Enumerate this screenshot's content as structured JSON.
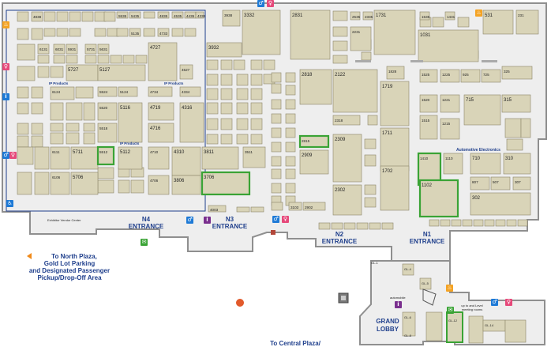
{
  "booths": [
    {
      "id": "4838"
    },
    {
      "id": "4835"
    },
    {
      "id": "4535"
    },
    {
      "id": "4435"
    },
    {
      "id": "4335"
    },
    {
      "id": "5535"
    },
    {
      "id": "5435"
    },
    {
      "id": "4733"
    },
    {
      "id": "5135"
    },
    {
      "id": "3938"
    },
    {
      "id": "3332"
    },
    {
      "id": "2831"
    },
    {
      "id": "2535"
    },
    {
      "id": "2335"
    },
    {
      "id": "2435"
    },
    {
      "id": "2231"
    },
    {
      "id": "1731"
    },
    {
      "id": "1535"
    },
    {
      "id": "1431"
    },
    {
      "id": "1031"
    },
    {
      "id": "531"
    },
    {
      "id": "231"
    },
    {
      "id": "5727"
    },
    {
      "id": "5127"
    },
    {
      "id": "4727"
    },
    {
      "id": "4527"
    },
    {
      "id": "5731"
    },
    {
      "id": "5631"
    },
    {
      "id": "6031"
    },
    {
      "id": "6131"
    },
    {
      "id": "5931"
    },
    {
      "id": "3932"
    },
    {
      "id": "2818"
    },
    {
      "id": "2122"
    },
    {
      "id": "1828"
    },
    {
      "id": "1525"
    },
    {
      "id": "1225"
    },
    {
      "id": "925"
    },
    {
      "id": "725"
    },
    {
      "id": "325"
    },
    {
      "id": "6124"
    },
    {
      "id": "5524"
    },
    {
      "id": "5124"
    },
    {
      "id": "4734"
    },
    {
      "id": "4334"
    },
    {
      "id": "1719"
    },
    {
      "id": "5520"
    },
    {
      "id": "5116"
    },
    {
      "id": "4719"
    },
    {
      "id": "4316"
    },
    {
      "id": "1520"
    },
    {
      "id": "1221"
    },
    {
      "id": "715"
    },
    {
      "id": "315"
    },
    {
      "id": "2318"
    },
    {
      "id": "5518"
    },
    {
      "id": "4716"
    },
    {
      "id": "1515"
    },
    {
      "id": "1215"
    },
    {
      "id": "2815"
    },
    {
      "id": "2309"
    },
    {
      "id": "1711"
    },
    {
      "id": "6111"
    },
    {
      "id": "5711"
    },
    {
      "id": "5512"
    },
    {
      "id": "5112"
    },
    {
      "id": "4710"
    },
    {
      "id": "4310"
    },
    {
      "id": "3811"
    },
    {
      "id": "3511"
    },
    {
      "id": "1410"
    },
    {
      "id": "1110"
    },
    {
      "id": "710"
    },
    {
      "id": "310"
    },
    {
      "id": "2909"
    },
    {
      "id": "1702"
    },
    {
      "id": "6106"
    },
    {
      "id": "5706"
    },
    {
      "id": "4706"
    },
    {
      "id": "3806"
    },
    {
      "id": "3706"
    },
    {
      "id": "1102"
    },
    {
      "id": "807"
    },
    {
      "id": "507"
    },
    {
      "id": "307"
    },
    {
      "id": "2302"
    },
    {
      "id": "302"
    },
    {
      "id": "2902"
    },
    {
      "id": "4003"
    },
    {
      "id": "3103"
    }
  ],
  "pavilion_labels": [
    "IP Products",
    "IP Products",
    "IP Products",
    "Automotive Electronics"
  ],
  "entrances": [
    {
      "name": "N4",
      "label": "ENTRANCE"
    },
    {
      "name": "N3",
      "label": "ENTRANCE"
    },
    {
      "name": "N2",
      "label": "ENTRANCE"
    },
    {
      "name": "N1",
      "label": "ENTRANCE"
    }
  ],
  "directions": {
    "north_plaza": [
      "To North Plaza,",
      "Gold Lot Parking",
      "and Designated Passenger",
      "Pickup/Drop-Off Area"
    ],
    "central_plaza": "To Central Plaza/",
    "grand_lobby": [
      "GRAND",
      "LOBBY"
    ]
  },
  "lobby_rooms": [
    "GL-1",
    "GL-4",
    "GL-5",
    "GL-6",
    "GL-8",
    "GL-12",
    "GL-14"
  ],
  "small_notes": [
    "Exhibitor Vendor Center",
    "up to and Level meeting rooms",
    "automobile"
  ],
  "colors": {
    "booth_fill": "#d9d4b8",
    "booth_stroke": "#8a8668",
    "hall_fill": "#f2f2f2",
    "hall_stroke": "#8f8f8f",
    "highlight": "#3aa335",
    "label_blue": "#1f3f8c"
  }
}
